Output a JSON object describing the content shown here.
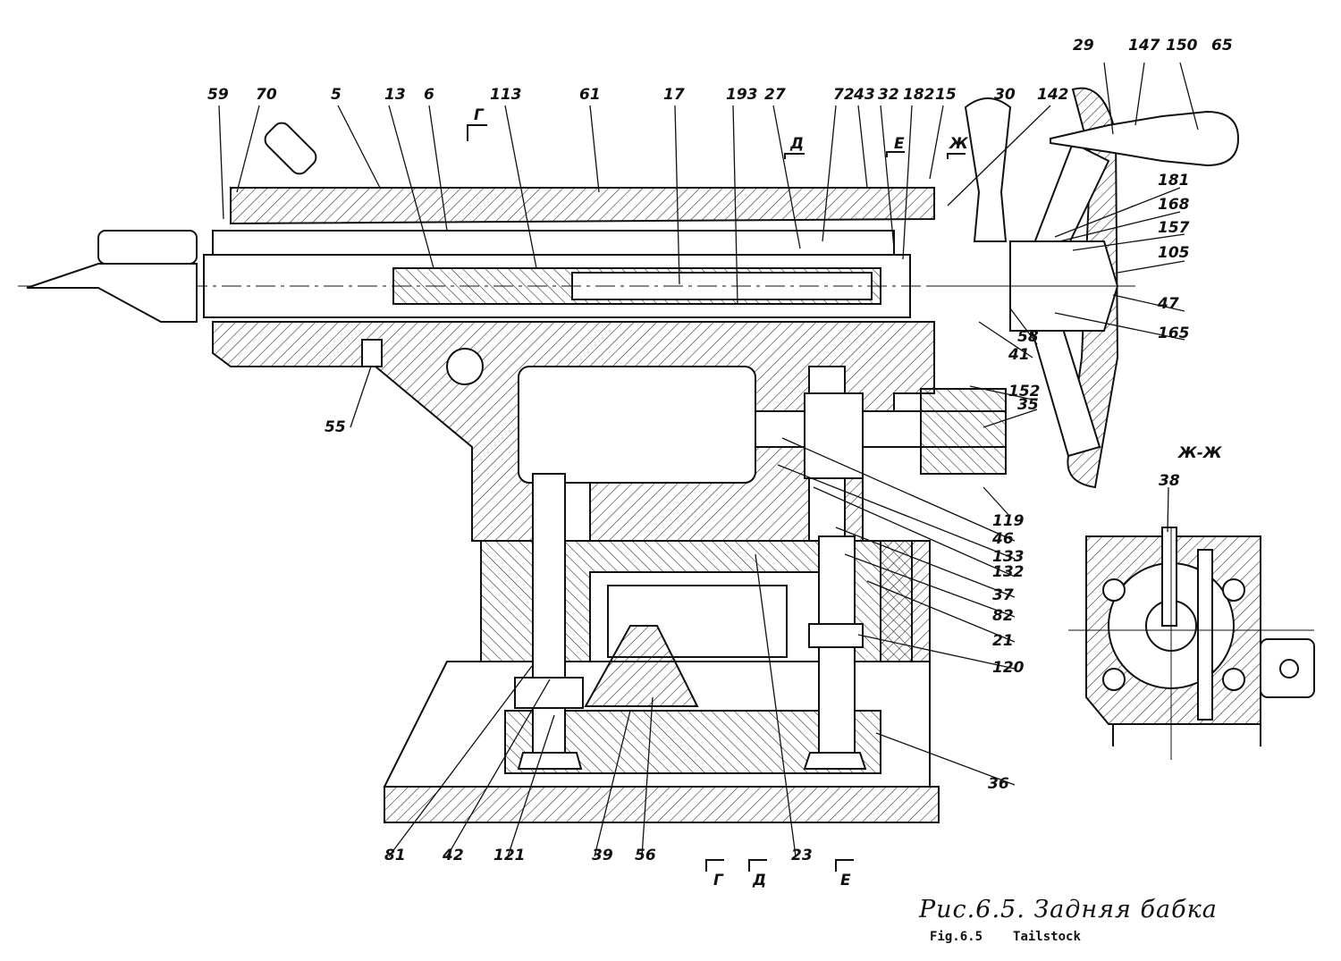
{
  "figure": {
    "caption_ru": "Рис.6.5. Задняя бабка",
    "caption_en_number": "Fig.6.5",
    "caption_en_title": "Tailstock"
  },
  "callouts": [
    "59",
    "70",
    "5",
    "13",
    "6",
    "113",
    "61",
    "17",
    "193",
    "27",
    "72",
    "43",
    "32",
    "182",
    "15",
    "30",
    "142",
    "29",
    "147",
    "150",
    "65",
    "181",
    "168",
    "157",
    "105",
    "47",
    "165",
    "58",
    "41",
    "152",
    "35",
    "55",
    "119",
    "46",
    "133",
    "132",
    "37",
    "82",
    "21",
    "120",
    "36",
    "81",
    "42",
    "121",
    "39",
    "56",
    "23"
  ],
  "section_marks": [
    "Г",
    "Д",
    "Е",
    "Ж",
    "Г",
    "Д",
    "Е"
  ],
  "section_view_title": "Ж-Ж",
  "section_view_callout": "38",
  "colors": {
    "ink": "#111111",
    "paper": "#ffffff"
  }
}
